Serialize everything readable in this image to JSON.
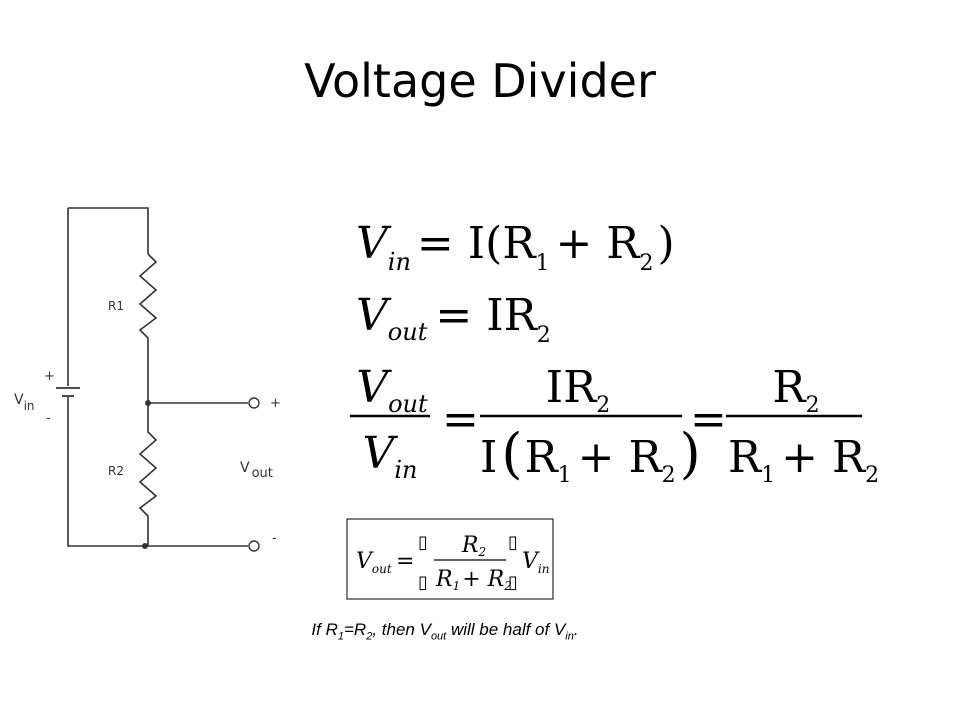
{
  "slide": {
    "title": "Voltage Divider"
  },
  "circuit": {
    "r1_label": "R1",
    "r2_label": "R2",
    "vin_label": "V",
    "vin_sub": "in",
    "vin_plus": "+",
    "vin_minus": "-",
    "vout_label": "V",
    "vout_sub": "out",
    "vout_plus": "+",
    "vout_minus": "-"
  },
  "equations": {
    "eq1": {
      "lhs": "V",
      "lhs_sub": "in",
      "rhs_a": "= I(R",
      "rhs_sub1": "1",
      "rhs_b": "+ R",
      "rhs_sub2": "2",
      "rhs_c": ")"
    },
    "eq2": {
      "lhs": "V",
      "lhs_sub": "out",
      "rhs": "= IR",
      "rhs_sub": "2"
    },
    "eq3": {
      "frac1_num": "V",
      "frac1_num_sub": "out",
      "frac1_den": "V",
      "frac1_den_sub": "in",
      "eq_sign_1": "=",
      "frac2_num": "IR",
      "frac2_num_sub": "2",
      "frac2_den_a": "I",
      "frac2_den_open": "(",
      "frac2_den_b": "R",
      "frac2_den_sub1": "1",
      "frac2_den_c": "+ R",
      "frac2_den_sub2": "2",
      "frac2_den_close": ")",
      "eq_sign_2": "=",
      "frac3_num": "R",
      "frac3_num_sub": "2",
      "frac3_den_a": "R",
      "frac3_den_sub1": "1",
      "frac3_den_b": "+ R",
      "frac3_den_sub2": "2"
    }
  },
  "boxed_formula": {
    "lhs": "V",
    "lhs_sub": "out",
    "eq_sign": "=",
    "num": "R",
    "num_sub": "2",
    "den_a": "R",
    "den_sub1": "1",
    "den_b": "+ R",
    "den_sub2": "2",
    "rhs": "V",
    "rhs_sub": "in",
    "bracket_glyph": "▯"
  },
  "footnote": {
    "p1": "If R",
    "s1": "1",
    "p2": "=R",
    "s2": "2",
    "p3": ", then V",
    "s3": "out",
    "p4": " will be half of V",
    "s4": "in",
    "p5": "."
  }
}
